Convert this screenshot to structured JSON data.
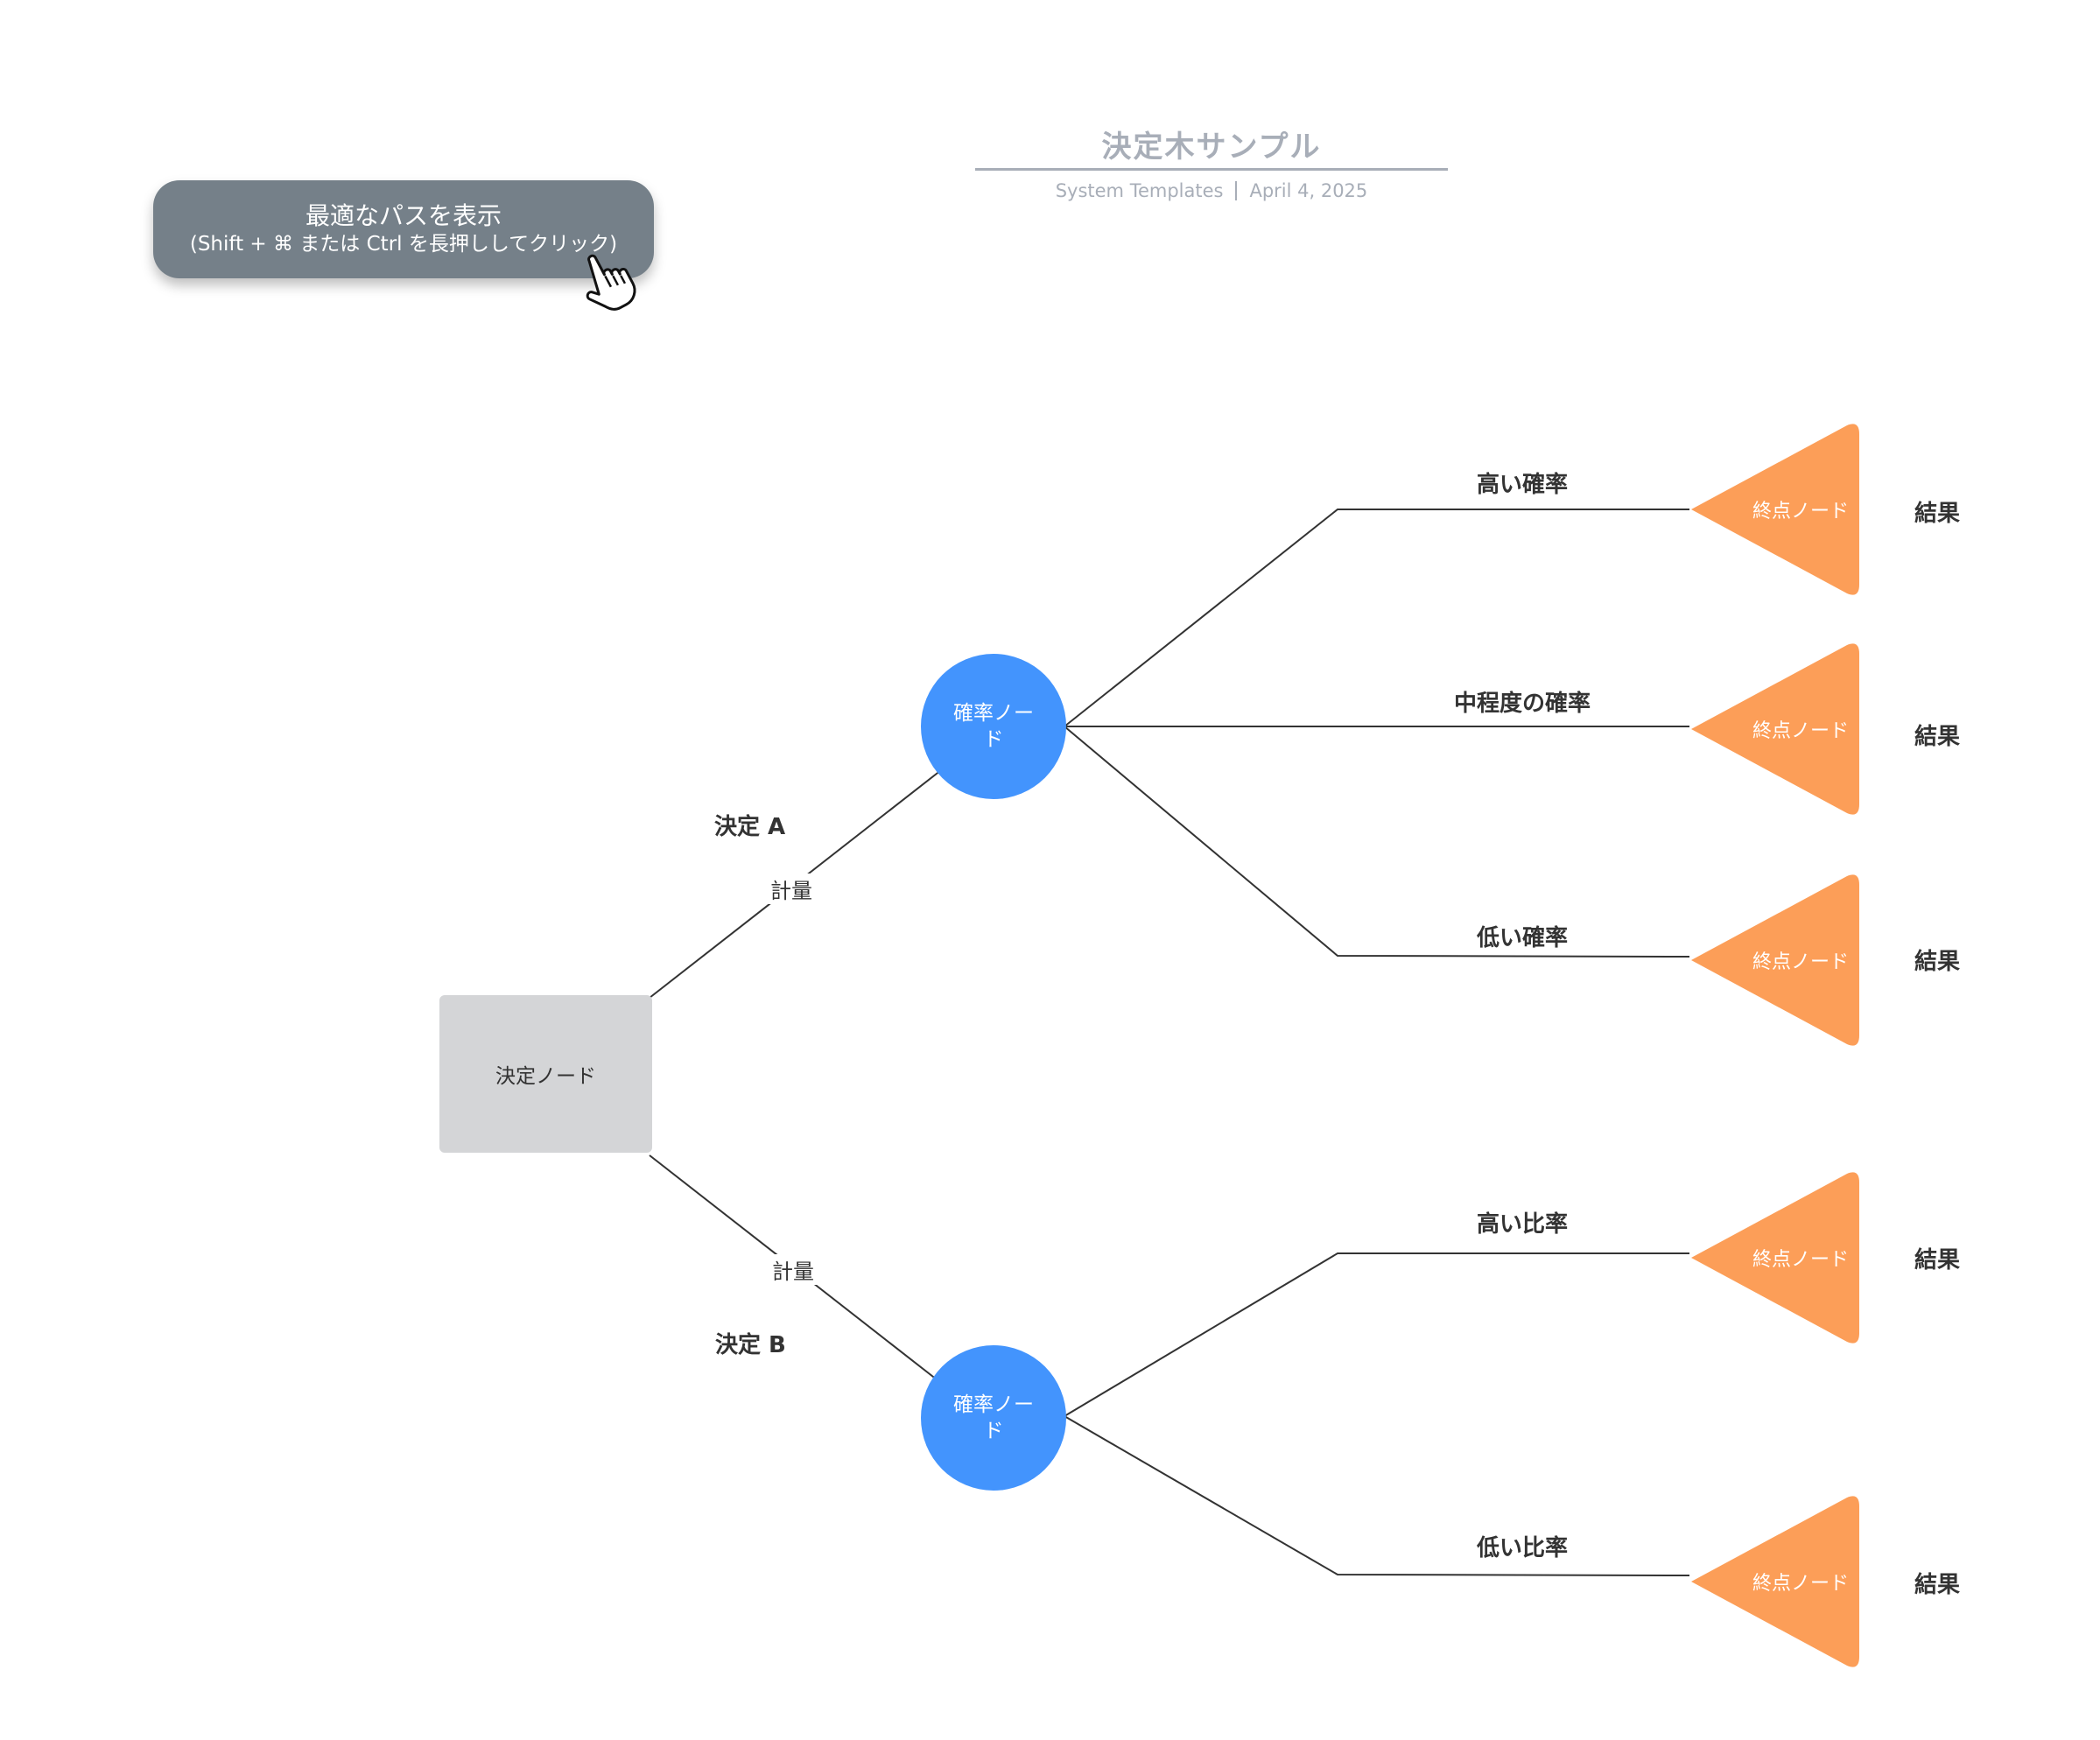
{
  "header": {
    "title": "決定木サンプル",
    "subtitle_left": "System Templates",
    "subtitle_right": "April 4, 2025"
  },
  "button": {
    "line1": "最適なパスを表示",
    "line2": "(Shift + ⌘ または Ctrl を長押ししてクリック)"
  },
  "decision_node": {
    "label": "決定ノード"
  },
  "decisions": [
    {
      "label": "決定 A",
      "metric": "計量"
    },
    {
      "label": "決定 B",
      "metric": "計量"
    }
  ],
  "chance_nodes": [
    {
      "label": "確率ノード"
    },
    {
      "label": "確率ノード"
    }
  ],
  "outcomes": [
    {
      "branch": "高い確率",
      "end_label": "終点ノード",
      "result": "結果"
    },
    {
      "branch": "中程度の確率",
      "end_label": "終点ノード",
      "result": "結果"
    },
    {
      "branch": "低い確率",
      "end_label": "終点ノード",
      "result": "結果"
    },
    {
      "branch": "高い比率",
      "end_label": "終点ノード",
      "result": "結果"
    },
    {
      "branch": "低い比率",
      "end_label": "終点ノード",
      "result": "結果"
    }
  ],
  "colors": {
    "decision_fill": "#d4d5d7",
    "chance_fill": "#4394fd",
    "end_fill": "#fc9e58",
    "button_fill": "#758089",
    "title_color": "#a8aeb8"
  }
}
